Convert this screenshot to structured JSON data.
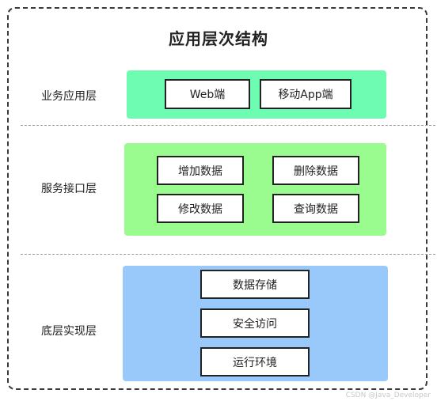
{
  "title": "应用层次结构",
  "watermark": "CSDN @Java_Developer",
  "colors": {
    "business": "#6dfcb1",
    "service": "#9afc8e",
    "base": "#99c8fb",
    "box_border": "#222222",
    "frame_border": "#3a3a3a",
    "divider": "#9a9a9a"
  },
  "layers": {
    "business": {
      "label": "业务应用层",
      "items": [
        "Web端",
        "移动App端"
      ]
    },
    "service": {
      "label": "服务接口层",
      "items": [
        "增加数据",
        "删除数据",
        "修改数据",
        "查询数据"
      ]
    },
    "base": {
      "label": "底层实现层",
      "items": [
        "数据存储",
        "安全访问",
        "运行环境"
      ]
    }
  }
}
